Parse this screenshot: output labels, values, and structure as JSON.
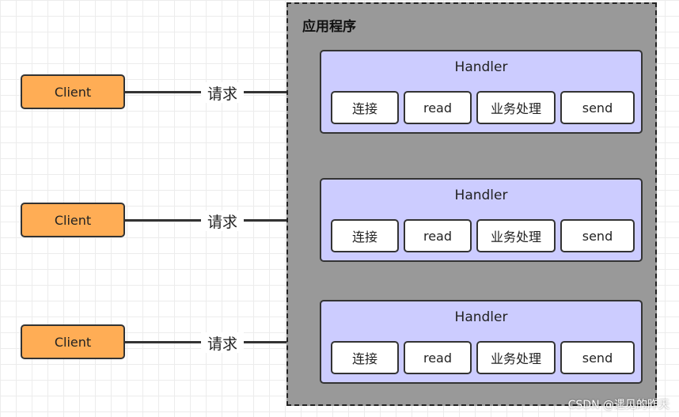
{
  "app": {
    "title": "应用程序"
  },
  "handlers": [
    {
      "title": "Handler",
      "steps": [
        "连接",
        "read",
        "业务处理",
        "send"
      ]
    },
    {
      "title": "Handler",
      "steps": [
        "连接",
        "read",
        "业务处理",
        "send"
      ]
    },
    {
      "title": "Handler",
      "steps": [
        "连接",
        "read",
        "业务处理",
        "send"
      ]
    }
  ],
  "clients": [
    {
      "label": "Client",
      "request_label": "请求"
    },
    {
      "label": "Client",
      "request_label": "请求"
    },
    {
      "label": "Client",
      "request_label": "请求"
    }
  ],
  "watermark": "CSDN @遇见的昨天",
  "colors": {
    "client_fill": "#ffad55",
    "handler_fill": "#ccccff",
    "container_fill": "#999999",
    "step_fill": "#ffffff",
    "stroke": "#333333"
  }
}
